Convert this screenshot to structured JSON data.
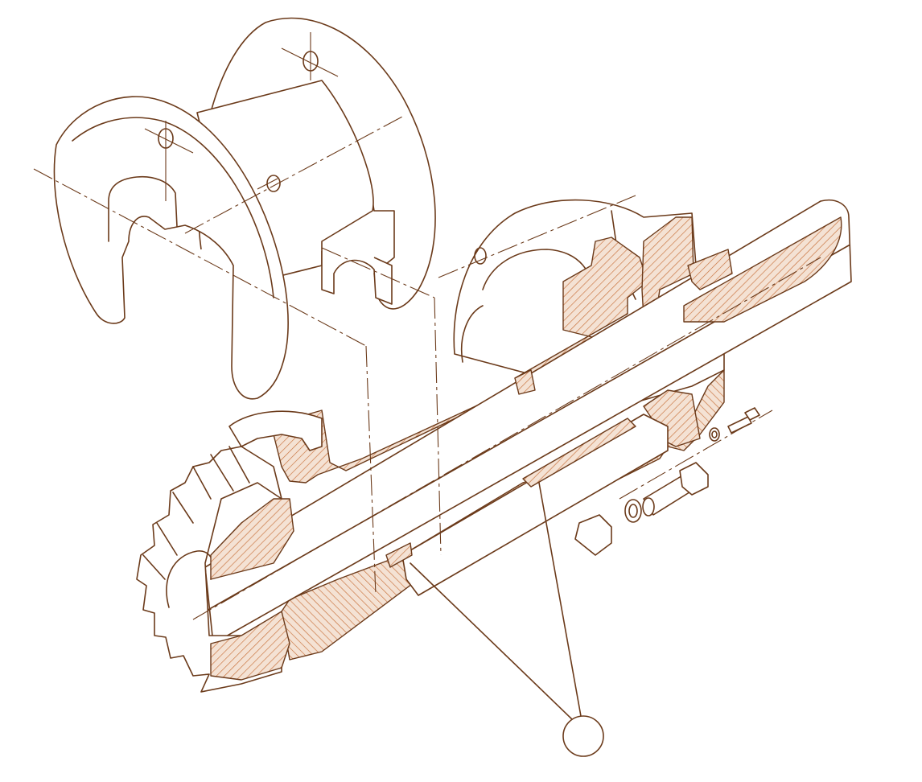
{
  "figure": {
    "description_free": true,
    "line_color": "#6b3a1a",
    "section_color": "#c8703a",
    "background": "#ffffff"
  },
  "parts": [
    {
      "id": "flanged-bushing",
      "icon": "flanged-bushing-shape"
    },
    {
      "id": "gear-housing",
      "icon": "housing-shape"
    },
    {
      "id": "shaft",
      "icon": "shaft-shape"
    },
    {
      "id": "bevel-gear",
      "icon": "bevel-gear-shape"
    },
    {
      "id": "sleeve",
      "icon": "sleeve-shape"
    },
    {
      "id": "bolt-large",
      "icon": "bolt-shape"
    },
    {
      "id": "washer-large",
      "icon": "washer-shape"
    },
    {
      "id": "bolt-small",
      "icon": "bolt-shape"
    },
    {
      "id": "washer-small",
      "icon": "washer-shape"
    }
  ],
  "callout": {
    "label": ""
  }
}
